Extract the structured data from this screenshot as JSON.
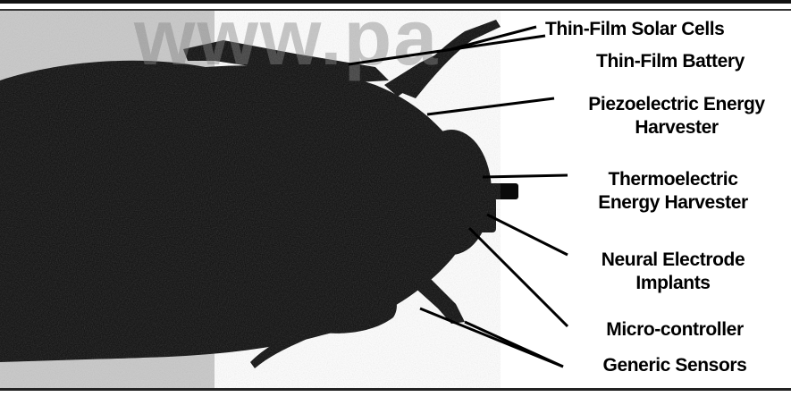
{
  "figure": {
    "watermark": "www.pa",
    "labels": {
      "solar_cells": "Thin-Film Solar Cells",
      "battery": "Thin-Film Battery",
      "piezo": [
        "Piezoelectric Energy",
        "Harvester"
      ],
      "thermo": [
        "Thermoelectric",
        "Energy Harvester"
      ],
      "neural": [
        "Neural Electrode",
        "Implants"
      ],
      "micro": "Micro-controller",
      "sensors": "Generic Sensors"
    }
  }
}
